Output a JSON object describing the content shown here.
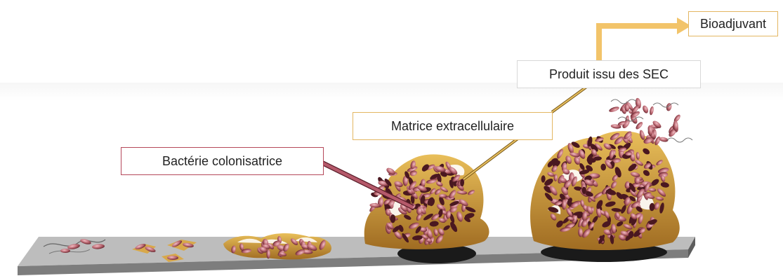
{
  "labels": {
    "colonizing_bacteria": "Bactérie colonisatrice",
    "extracellular_matrix": "Matrice extracellulaire",
    "eps_product": "Produit issu des SEC",
    "bioadjuvant": "Bioadjuvant"
  },
  "colors": {
    "surface_top": "#b8b8b8",
    "surface_front": "#7a7a7a",
    "matrix": "#e0b04a",
    "matrix_dark": "#a8782a",
    "bacteria": "#b06068",
    "bacteria_dark": "#6a2630",
    "bacteria_light": "#e8a8b0",
    "arrow": "#f2c46a",
    "pointer_bact": "#a8495a",
    "pointer_matrix": "#c89a3a"
  }
}
